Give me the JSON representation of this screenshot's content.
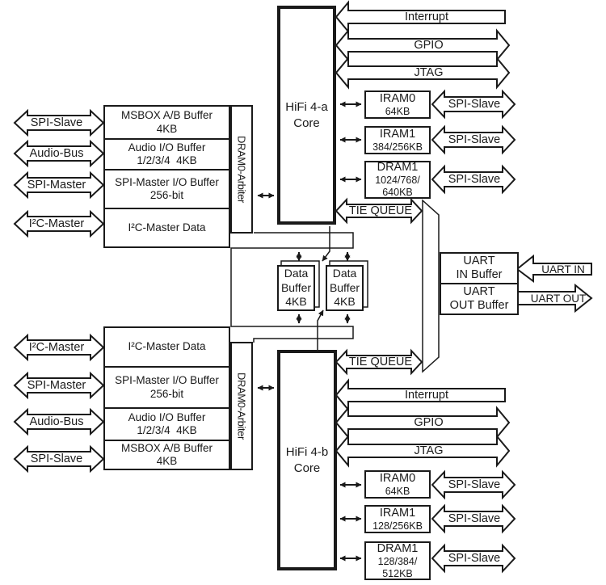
{
  "colors": {
    "line": "#1a1a1a",
    "background": "#ffffff",
    "box_fill": "#ffffff"
  },
  "cores": {
    "a": {
      "line1": "HiFi 4-a",
      "line2": "Core"
    },
    "b": {
      "line1": "HiFi 4-b",
      "line2": "Core"
    }
  },
  "top_left_block": {
    "arbiter": "DRAM0-Arbiter",
    "rows": [
      {
        "line1": "MSBOX A/B Buffer",
        "line2": "4KB"
      },
      {
        "line1": "Audio I/O Buffer",
        "line2": "1/2/3/4  4KB"
      },
      {
        "line1": "SPI-Master I/O Buffer",
        "line2": "256-bit"
      },
      {
        "line1": "I²C-Master Data"
      }
    ],
    "bus_arrows": [
      "SPI-Slave",
      "Audio-Bus",
      "SPI-Master",
      "I²C-Master"
    ]
  },
  "bottom_left_block": {
    "arbiter": "DRAM0-Arbiter",
    "rows": [
      {
        "line1": "I²C-Master Data"
      },
      {
        "line1": "SPI-Master I/O Buffer",
        "line2": "256-bit"
      },
      {
        "line1": "Audio I/O Buffer",
        "line2": "1/2/3/4  4KB"
      },
      {
        "line1": "MSBOX A/B Buffer",
        "line2": "4KB"
      }
    ],
    "bus_arrows": [
      "I²C-Master",
      "SPI-Master",
      "Audio-Bus",
      "SPI-Slave"
    ]
  },
  "core_a_signals": [
    "Interrupt",
    "GPIO",
    "JTAG"
  ],
  "core_b_signals": [
    "Interrupt",
    "GPIO",
    "JTAG"
  ],
  "tie_queue_a": "TIE QUEUE",
  "tie_queue_b": "TIE QUEUE",
  "memories_a": [
    {
      "name": "IRAM0",
      "size": "64KB",
      "bus": "SPI-Slave"
    },
    {
      "name": "IRAM1",
      "size": "384/256KB",
      "bus": "SPI-Slave"
    },
    {
      "name": "DRAM1",
      "size": "1024/768/",
      "size2": "640KB",
      "bus": "SPI-Slave"
    }
  ],
  "memories_b": [
    {
      "name": "IRAM0",
      "size": "64KB",
      "bus": "SPI-Slave"
    },
    {
      "name": "IRAM1",
      "size": "128/256KB",
      "bus": "SPI-Slave"
    },
    {
      "name": "DRAM1",
      "size": "128/384/",
      "size2": "512KB",
      "bus": "SPI-Slave"
    }
  ],
  "data_buffers": [
    {
      "line1": "Data",
      "line2": "Buffer",
      "line3": "4KB"
    },
    {
      "line1": "Data",
      "line2": "Buffer",
      "line3": "4KB"
    }
  ],
  "uart": {
    "in_buffer": {
      "line1": "UART",
      "line2": "IN Buffer"
    },
    "out_buffer": {
      "line1": "UART",
      "line2": "OUT Buffer"
    },
    "in_arrow": "UART IN",
    "out_arrow": "UART OUT"
  }
}
